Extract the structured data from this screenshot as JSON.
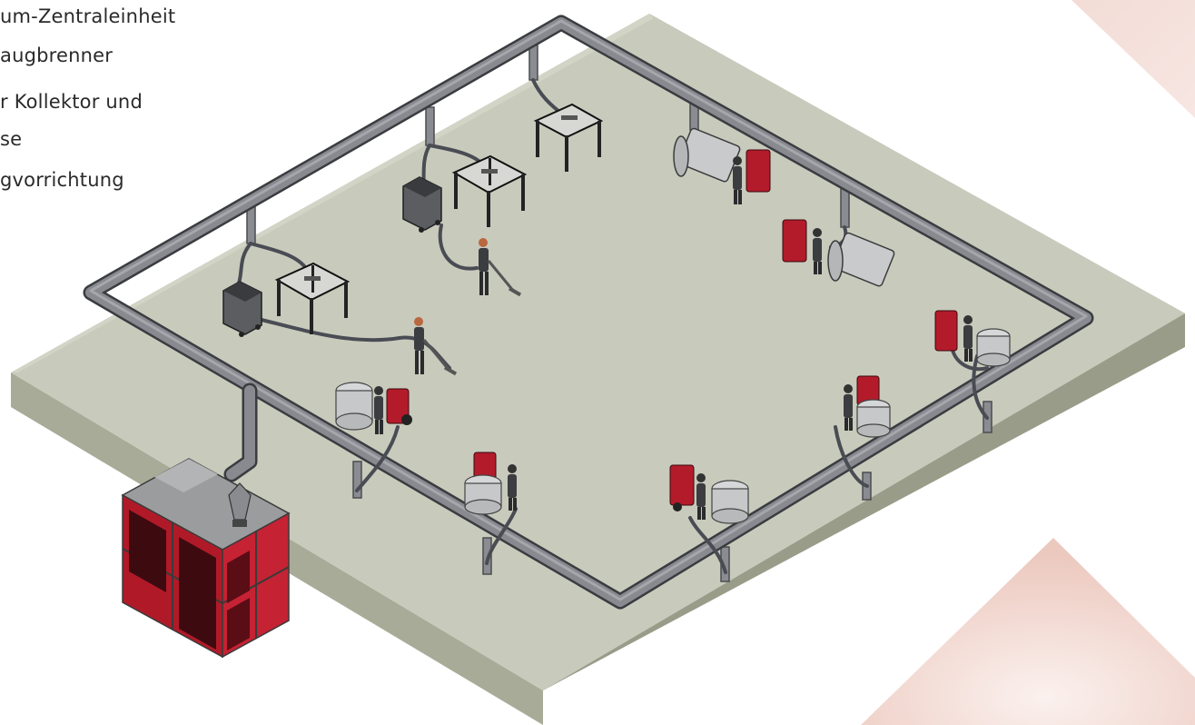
{
  "legend": {
    "items": [
      {
        "lines": [
          "um-Zentraleinheit"
        ]
      },
      {
        "lines": [
          "augbrenner"
        ]
      },
      {
        "lines": [
          "r Kollektor und",
          "se"
        ]
      },
      {
        "lines": [
          "gvorrichtung"
        ]
      }
    ]
  },
  "colors": {
    "floor": "#c7c9bb",
    "slab_side": "#a9ac98",
    "pipe": "#7d7f85",
    "pipe_outline": "#3a3c40",
    "unit_red": "#b31b2b",
    "unit_dark": "#3d0a10",
    "unit_roof": "#9a9b9d",
    "table": "#232325",
    "vacuum": "#5a5b5e",
    "corner_accent": "#f1d7d0"
  },
  "icons": [
    "central-unit-icon",
    "welder-icon",
    "vacuum-operator-icon",
    "workbench-icon",
    "welding-machine-icon",
    "tank-icon"
  ]
}
